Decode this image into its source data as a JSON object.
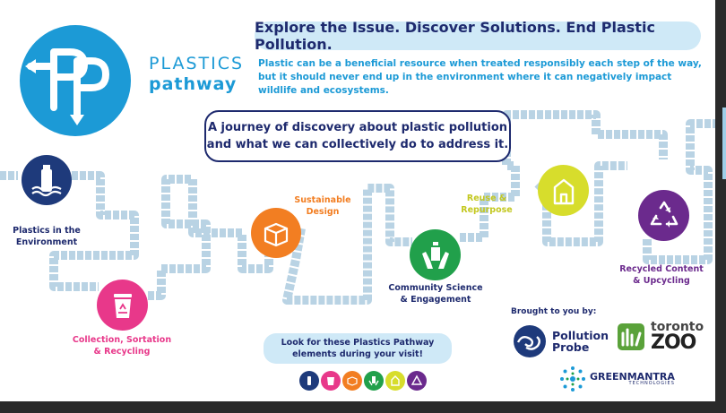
{
  "brand": {
    "line1": "PLASTICS",
    "line2": "pathway"
  },
  "tagline": "Explore the Issue. Discover Solutions. End Plastic Pollution.",
  "intro": "Plastic can be a beneficial resource when treated responsibly each step of the way, but it should never end up in the environment where it can negatively impact wildlife and ecosystems.",
  "journey": {
    "line1": "A journey of discovery about plastic pollution",
    "line2": "and what we can collectively do to address it."
  },
  "stages": [
    {
      "icon": "water-bottle-icon",
      "color": "#1e3a7b",
      "label_lines": [
        "Plastics in the",
        "Environment"
      ],
      "label_color": "#1e2a6e"
    },
    {
      "icon": "recycling-bin-icon",
      "color": "#e8388a",
      "label_lines": [
        "Collection, Sortation",
        "& Recycling"
      ],
      "label_color": "#e8388a"
    },
    {
      "icon": "box-icon",
      "color": "#f27e22",
      "label_lines": [
        "Sustainable",
        "Design"
      ],
      "label_color": "#f27e22"
    },
    {
      "icon": "hands-bottle-icon",
      "color": "#21a04b",
      "label_lines": [
        "Community Science",
        "& Engagement"
      ],
      "label_color": "#1e2a6e"
    },
    {
      "icon": "house-icon",
      "color": "#d7dd2c",
      "label_lines": [
        "Reuse & Repurpose"
      ],
      "label_color": "#c3c820"
    },
    {
      "icon": "recycle-arrows-icon",
      "color": "#6b2a8d",
      "label_lines": [
        "Recycled Content",
        "& Upcycling"
      ],
      "label_color": "#6b2a8d"
    }
  ],
  "look": {
    "line1": "Look for these Plastics Pathway",
    "line2": "elements during your visit!"
  },
  "sponsors": {
    "brought_by": "Brought to you by:",
    "pollution_probe": {
      "line1": "Pollution",
      "line2": "Probe"
    },
    "toronto_zoo": {
      "line1": "toronto",
      "line2": "ZOO"
    },
    "greenmantra": {
      "line1": "GREENMANTRA",
      "line2": "TECHNOLOGIES"
    }
  },
  "colors": {
    "brand_blue": "#1c9ad6",
    "navy": "#1e2a6e",
    "pathway": "#b9d3e4",
    "pale_blue": "#cfe9f7"
  }
}
